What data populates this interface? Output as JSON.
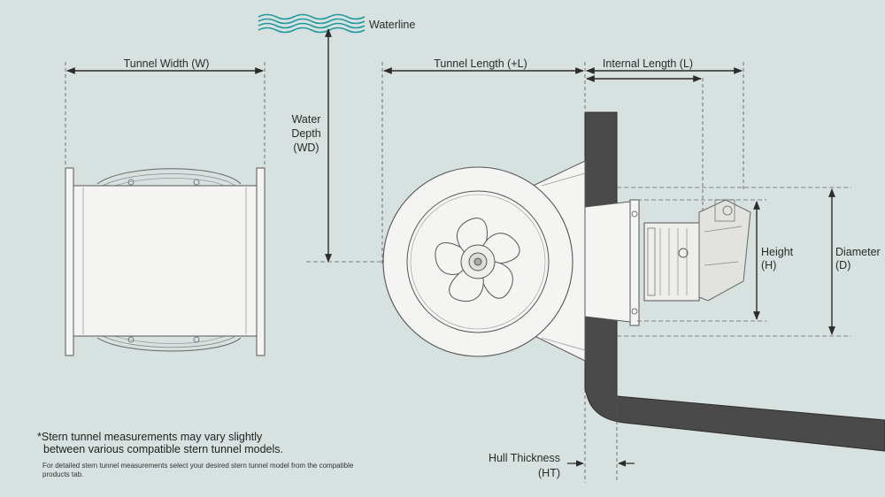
{
  "labels": {
    "waterline": "Waterline",
    "tunnel_width": "Tunnel Width (W)",
    "tunnel_length": "Tunnel Length (+L)",
    "internal_length": "Internal Length (L)",
    "water_depth_1": "Water",
    "water_depth_2": "Depth",
    "water_depth_3": "(WD)",
    "height_1": "Height",
    "height_2": "(H)",
    "diameter_1": "Diameter",
    "diameter_2": "(D)",
    "hull_thickness_1": "Hull Thickness",
    "hull_thickness_2": "(HT)"
  },
  "notes": {
    "main_line1": "*Stern tunnel measurements may vary slightly",
    "main_line2": "between various compatible stern tunnel models.",
    "detail": "For detailed stern tunnel measurements select your desired stern tunnel model from the compatible products tab."
  },
  "colors": {
    "background": "#d6e1e0",
    "hull": "#4a4a4a",
    "line": "#2b2b2b",
    "tunnel_fill": "#f4f5f2",
    "water": "#1f9a9e"
  }
}
